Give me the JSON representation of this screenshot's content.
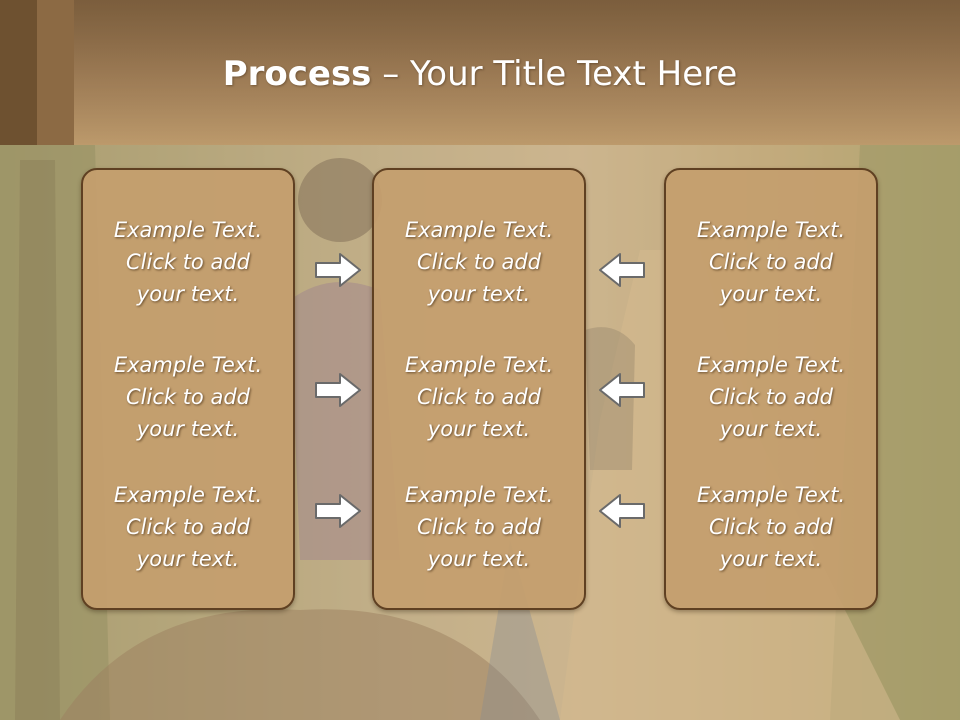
{
  "title": {
    "bold": "Process",
    "rest": " – Your Title Text Here"
  },
  "columns": [
    {
      "items": [
        {
          "line1": "Example Text.",
          "line2": "Click  to add",
          "line3": "your text."
        },
        {
          "line1": "Example Text.",
          "line2": "Click  to add",
          "line3": "your text."
        },
        {
          "line1": "Example Text.",
          "line2": "Click  to add",
          "line3": "your text."
        }
      ]
    },
    {
      "items": [
        {
          "line1": "Example Text.",
          "line2": "Click  to add",
          "line3": "your text."
        },
        {
          "line1": "Example Text.",
          "line2": "Click  to add",
          "line3": "your text."
        },
        {
          "line1": "Example Text.",
          "line2": "Click  to add",
          "line3": "your text."
        }
      ]
    },
    {
      "items": [
        {
          "line1": "Example Text.",
          "line2": "Click  to add",
          "line3": "your text."
        },
        {
          "line1": "Example Text.",
          "line2": "Click  to add",
          "line3": "your text."
        },
        {
          "line1": "Example Text.",
          "line2": "Click  to add",
          "line3": "your text."
        }
      ]
    }
  ],
  "arrows": {
    "left_group": "arrow-right-icon",
    "right_group": "arrow-left-icon"
  },
  "colors": {
    "header": "#a38059",
    "box_fill": "#c49e6e",
    "box_border": "#5f4022",
    "text": "#ffffff"
  }
}
